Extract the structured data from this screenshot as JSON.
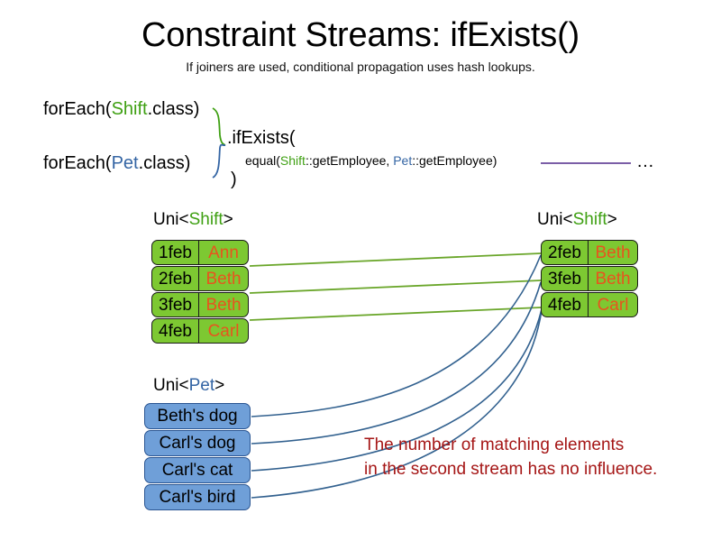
{
  "header": {
    "title": "Constraint Streams: ifExists()",
    "subtitle": "If joiners are used, conditional propagation uses hash lookups."
  },
  "code": {
    "for_each_shift_prefix": "forEach(",
    "for_each_shift_type": "Shift",
    "for_each_shift_suffix": ".class)",
    "for_each_pet_prefix": "forEach(",
    "for_each_pet_type": "Pet",
    "for_each_pet_suffix": ".class)",
    "if_exists": ".ifExists(",
    "equal_prefix": "equal(",
    "equal_shift_type": "Shift",
    "equal_mid": "::getEmployee, ",
    "equal_pet_type": "Pet",
    "equal_suffix": "::getEmployee)",
    "close_paren": ")",
    "ellipsis": "…"
  },
  "streams": {
    "shift_left": {
      "header_prefix": "Uni<",
      "header_type": "Shift",
      "header_suffix": ">",
      "rows": [
        {
          "date": "1feb",
          "name": "Ann"
        },
        {
          "date": "2feb",
          "name": "Beth"
        },
        {
          "date": "3feb",
          "name": "Beth"
        },
        {
          "date": "4feb",
          "name": "Carl"
        }
      ]
    },
    "shift_right": {
      "header_prefix": "Uni<",
      "header_type": "Shift",
      "header_suffix": ">",
      "rows": [
        {
          "date": "2feb",
          "name": "Beth"
        },
        {
          "date": "3feb",
          "name": "Beth"
        },
        {
          "date": "4feb",
          "name": "Carl"
        }
      ]
    },
    "pet": {
      "header_prefix": "Uni<",
      "header_type": "Pet",
      "header_suffix": ">",
      "rows": [
        {
          "label": "Beth's dog"
        },
        {
          "label": "Carl's dog"
        },
        {
          "label": "Carl's cat"
        },
        {
          "label": "Carl's bird"
        }
      ]
    }
  },
  "note": {
    "line1": "The number of matching elements",
    "line2": "in the second stream has no influence."
  },
  "colors": {
    "shift_fill": "#7dc832",
    "shift_border": "#1a1a1a",
    "shift_name_text": "#e8541e",
    "pet_fill": "#6f9fd8",
    "pet_border": "#2a5592",
    "green_accent": "#3fa013",
    "blue_accent": "#3465a4",
    "green_line": "#6aa62a",
    "blue_line": "#32618f",
    "purple_line": "#7b5ea7",
    "note_text": "#a51616"
  }
}
